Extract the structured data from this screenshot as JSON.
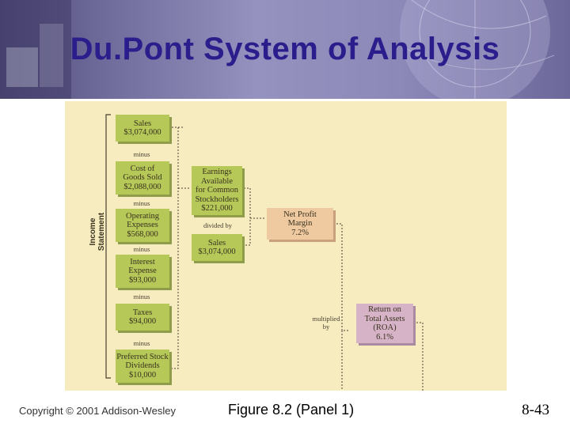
{
  "title": "Du.Pont System of Analysis",
  "figure": {
    "side_label_line1": "Income",
    "side_label_line2": "Statement",
    "boxes": {
      "sales": [
        "Sales",
        "$3,074,000"
      ],
      "cogs": [
        "Cost of",
        "Goods Sold",
        "$2,088,000"
      ],
      "opex": [
        "Operating",
        "Expenses",
        "$568,000"
      ],
      "interest": [
        "Interest",
        "Expense",
        "$93,000"
      ],
      "taxes": [
        "Taxes",
        "$94,000"
      ],
      "preferred": [
        "Preferred Stock",
        "Dividends",
        "$10,000"
      ],
      "earnings": [
        "Earnings",
        "Available",
        "for Common",
        "Stockholders",
        "$221,000"
      ],
      "sales2": [
        "Sales",
        "$3,074,000"
      ],
      "npm": [
        "Net Profit",
        "Margin",
        "7.2%"
      ],
      "roa": [
        "Return on",
        "Total Assets",
        "(ROA)",
        "6.1%"
      ]
    },
    "ops": {
      "minus": "minus",
      "divided_by": "divided by",
      "multiplied_line1": "multiplied",
      "multiplied_line2": "by"
    }
  },
  "footer": {
    "copyright": "Copyright © 2001 Addison-Wesley",
    "figure_label": "Figure 8.2 (Panel 1)",
    "slide_number": "8-43"
  },
  "colors": {
    "title": "#2b1d8c",
    "banner": "#8c88b8",
    "figure_bg": "#f6ecc0",
    "green_box": "#b6c858",
    "peach_box": "#efc9a0",
    "lilac_box": "#d6b3c6"
  }
}
